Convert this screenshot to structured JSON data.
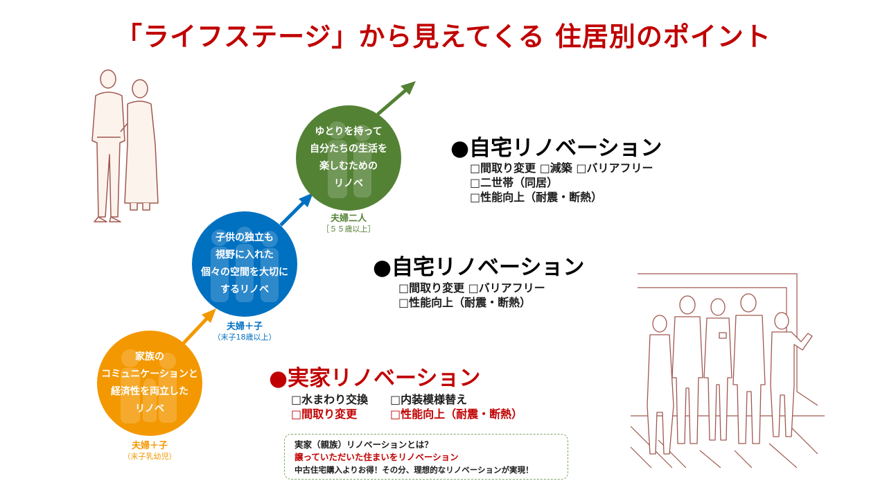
{
  "title": "「ライフステージ」から見えてくる 住居別のポイント",
  "stages": [
    {
      "id": "family",
      "color": "#f39800",
      "circle_lines": [
        "家族の",
        "コミュニケーションと",
        "経済性を両立した",
        "リノベ"
      ],
      "label": "夫婦＋子",
      "sublabel": "（末子乳幼児）",
      "label_color": "#f39800"
    },
    {
      "id": "independence",
      "color": "#0070c0",
      "circle_lines": [
        "子供の独立も",
        "視野に入れた",
        "個々の空間を大切に",
        "するリノベ"
      ],
      "label": "夫婦＋子",
      "sublabel": "（末子18歳以上）",
      "label_color": "#0070c0"
    },
    {
      "id": "couple",
      "color": "#548235",
      "circle_lines": [
        "ゆとりを持って",
        "自分たちの生活を",
        "楽しむための",
        "リノベ"
      ],
      "label": "夫婦二人",
      "sublabel": "［５５歳以上］",
      "label_color": "#548235"
    }
  ],
  "renovations": [
    {
      "id": "home-top",
      "heading": "●自宅リノベーション",
      "color": "#000000",
      "items": [
        [
          {
            "text": "□間取り変更 □減築 □バリアフリー",
            "red": false
          }
        ],
        [
          {
            "text": "□二世帯（同居）",
            "red": false
          }
        ],
        [
          {
            "text": "□性能向上（耐震・断熱）",
            "red": false
          }
        ]
      ]
    },
    {
      "id": "home-mid",
      "heading": "●自宅リノベーション",
      "color": "#000000",
      "items": [
        [
          {
            "text": "□間取り変更 □バリアフリー",
            "red": false
          }
        ],
        [
          {
            "text": "□性能向上（耐震・断熱）",
            "red": false
          }
        ]
      ]
    },
    {
      "id": "parents",
      "heading": "●実家リノベーション",
      "color": "#c00000",
      "items": [
        [
          {
            "text": "□水まわり交換",
            "red": false
          },
          {
            "text": "□内装模様替え",
            "red": false
          }
        ],
        [
          {
            "text": "□間取り変更",
            "red": true
          },
          {
            "text": "□性能向上（耐震・断熱）",
            "red": true
          }
        ]
      ]
    }
  ],
  "note": {
    "line1": "実家（親族）リノベーションとは？",
    "line2": "譲っていただいた住まいをリノベーション",
    "line3": "中古住宅購入よりお得！その分、理想的なリノベーションが実現！"
  }
}
